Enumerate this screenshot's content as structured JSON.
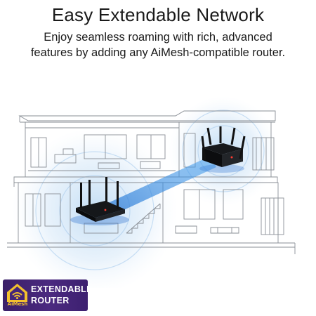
{
  "header": {
    "title": "Easy Extendable Network",
    "subtitle_line1": "Enjoy seamless roaming with rich, advanced",
    "subtitle_line2": "features by adding any AiMesh-compatible router."
  },
  "badge": {
    "line1": "EXTENDABLE",
    "line2": "ROUTER",
    "logo_word": "AiMesh",
    "icon": "aimesh-house-wifi-icon",
    "bg_color": "#43257a",
    "accent_color": "#f2c12e"
  },
  "illustration": {
    "signal_color": "#2f7fd6",
    "glow_color": "#cfe4f7",
    "icons": [
      "house-line-drawing",
      "router-main-icon",
      "router-satellite-icon",
      "mesh-link-beam"
    ]
  }
}
